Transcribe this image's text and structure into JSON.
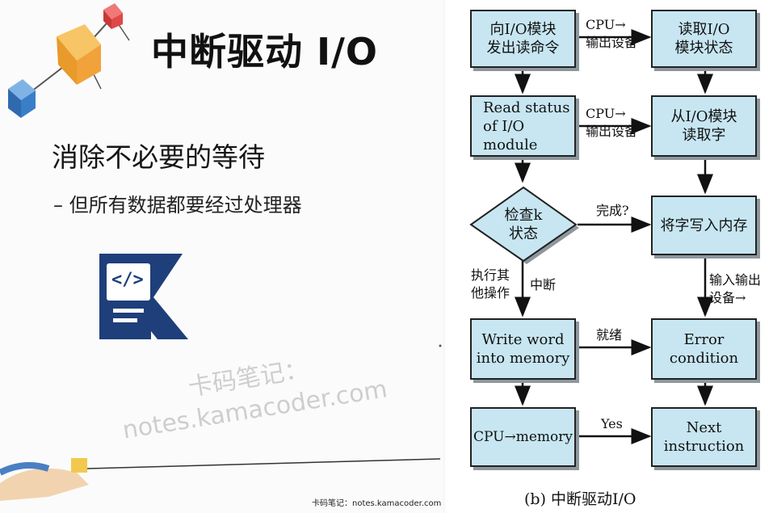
{
  "slide": {
    "title": "中断驱动 I/O",
    "point": "消除不必要的等待",
    "subpoint": "– 但所有数据都要经过处理器",
    "watermark_line1": "卡码笔记：",
    "watermark_line2": "notes.kamacoder.com",
    "footer_watermark": "卡码笔记：notes.kamacoder.com",
    "logo_code_glyph": "</>"
  },
  "flowchart": {
    "caption": "(b) 中断驱动I/O",
    "boxes": {
      "issue_read": "向I/O模块\n发出读命令",
      "read_status_cn": "读取I/O\n模块状态",
      "read_status_en": "Read status\nof I/O\nmodule",
      "read_word": "从I/O模块\n读取字",
      "check_status": "检查k\n状态",
      "write_memory_cn": "将字写入内存",
      "write_word": "Write word\ninto memory",
      "error": "Error\ncondition",
      "cpu_memory": "CPU→memory",
      "next": "Next\ninstruction"
    },
    "labels": {
      "cpu_io_1": "CPU→\n输出设备",
      "cpu_io_2": "CPU→\n输出设备",
      "done": "完成?",
      "do_other": "执行其\n他操作",
      "interrupt": "中断",
      "io_cpu": "输入输出\n设备→",
      "ready": "就绪",
      "yes": "Yes"
    }
  },
  "colors": {
    "box_fill": "#c7e6f2",
    "logo_blue": "#1e3f7a",
    "cube_orange": "#f2a23a",
    "cube_blue": "#3a7ec8",
    "cube_red": "#e04848"
  }
}
